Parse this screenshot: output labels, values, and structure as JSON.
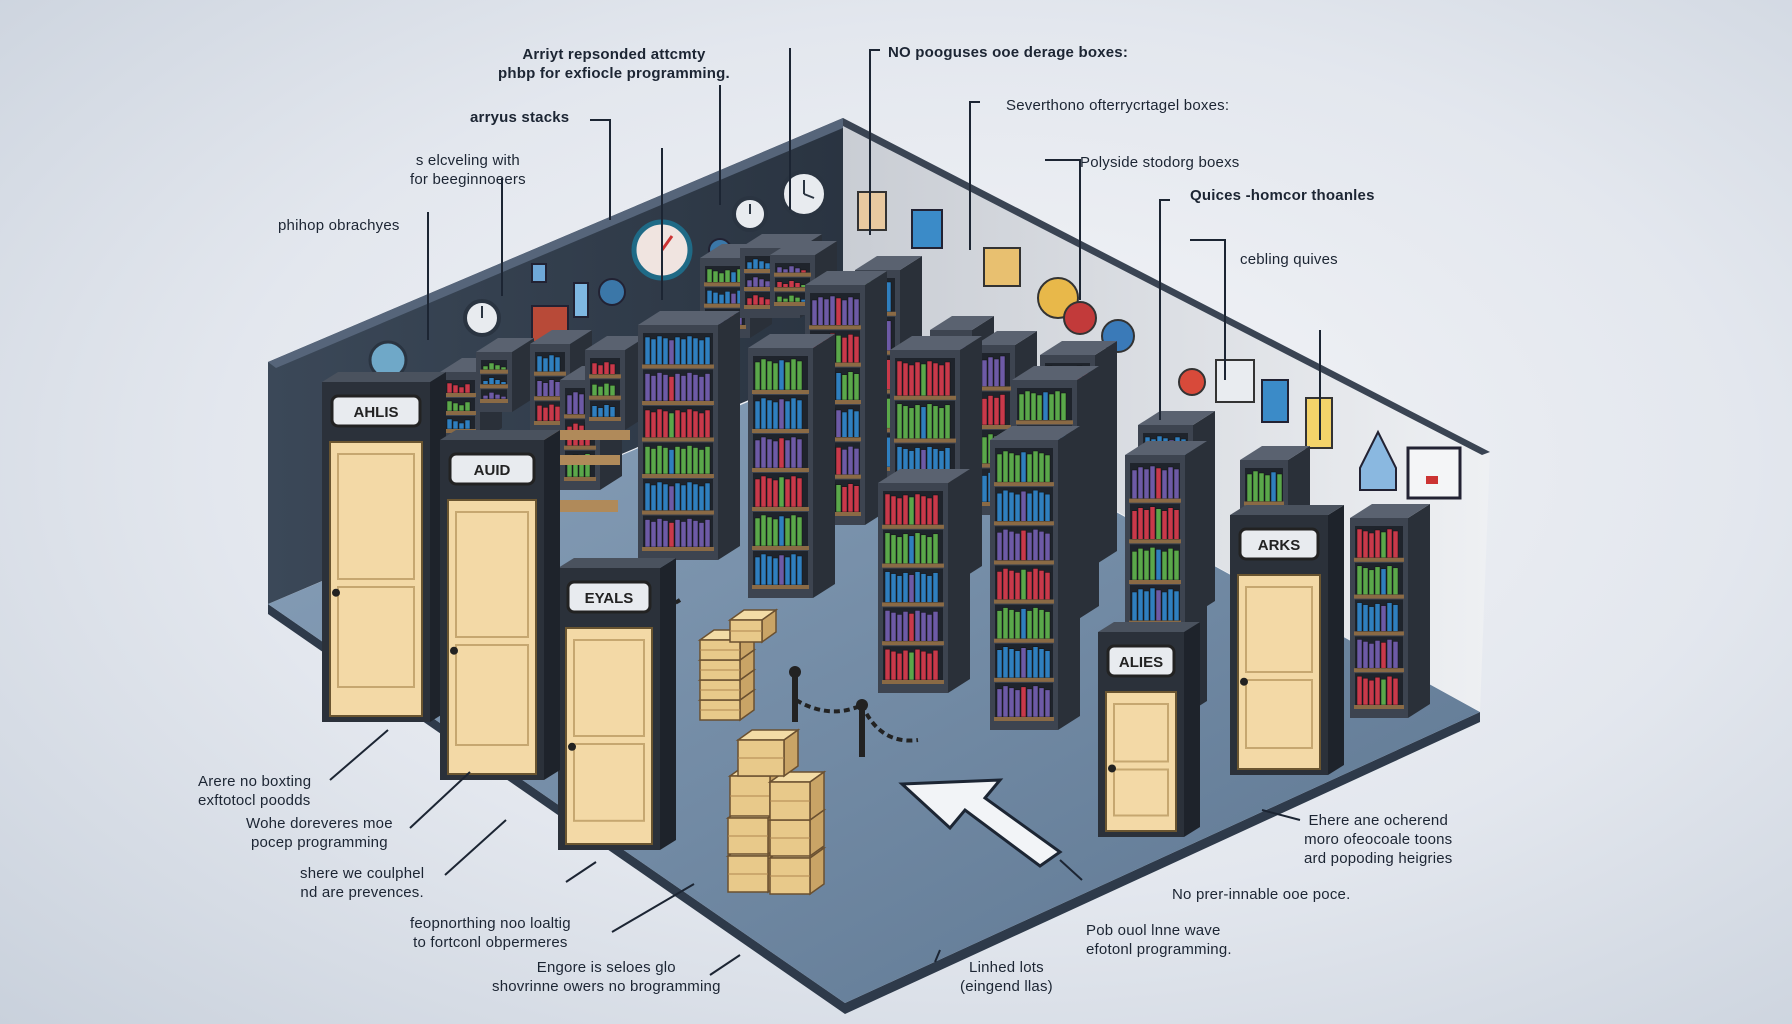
{
  "scene": {
    "door_signs": [
      "AHLIS",
      "AUID",
      "EYALS",
      "ARKS",
      "ALIES"
    ],
    "colors": {
      "floor": "#6f8aa6",
      "back_wall": "#33404f",
      "right_wall": "#d9dce2",
      "door": "#f3d9a6",
      "shelf": "#3d4450",
      "book_red": "#c9394a",
      "book_green": "#5aa84a",
      "book_blue": "#2f7fbf",
      "book_purple": "#6d5aa6",
      "box": "#e8c98a"
    }
  },
  "labels": {
    "top": {
      "l1": "Arriyt repsonded attcmty",
      "l2": "phbp for exfiocle programming.",
      "no_boxes": "NO pooguses ooe derage boxes:",
      "several": "Severthono ofterrycrtagel boxes:",
      "arrys": "arryus stacks",
      "shelving_1": "s elcveling with",
      "shelving_2": "for beeginnoeers",
      "phihop": "phihop obrachyes",
      "polyside": "Polyside stodorg boexs",
      "quices": "Quices -homcor thoanles",
      "cebling": "cebling quives"
    },
    "bottom": {
      "arere_1": "Arere no boxting",
      "arere_2": "exftotocl poodds",
      "wohe_1": "Wohe doreveres moe",
      "wohe_2": "pocep programming",
      "shere_1": "shere we coulphel",
      "shere_2": "nd are prevences.",
      "fegp_1": "feopnorthing noo loaltig",
      "fegp_2": "to fortconl obpermeres",
      "engore_1": "Engore is seloes glo",
      "engore_2": "shovrinne owers no brogramming",
      "linked_1": "Linhed lots",
      "linked_2": "(eingend llas)",
      "pob_1": "Pob ouol lnne wave",
      "pob_2": "efotonl programming.",
      "no_pre": "No prer-innable ooe poce.",
      "ehere_1": "Ehere ane ocherend",
      "ehere_2": "moro ofeocoale toons",
      "ehere_3": "ard popoding heigries"
    }
  }
}
